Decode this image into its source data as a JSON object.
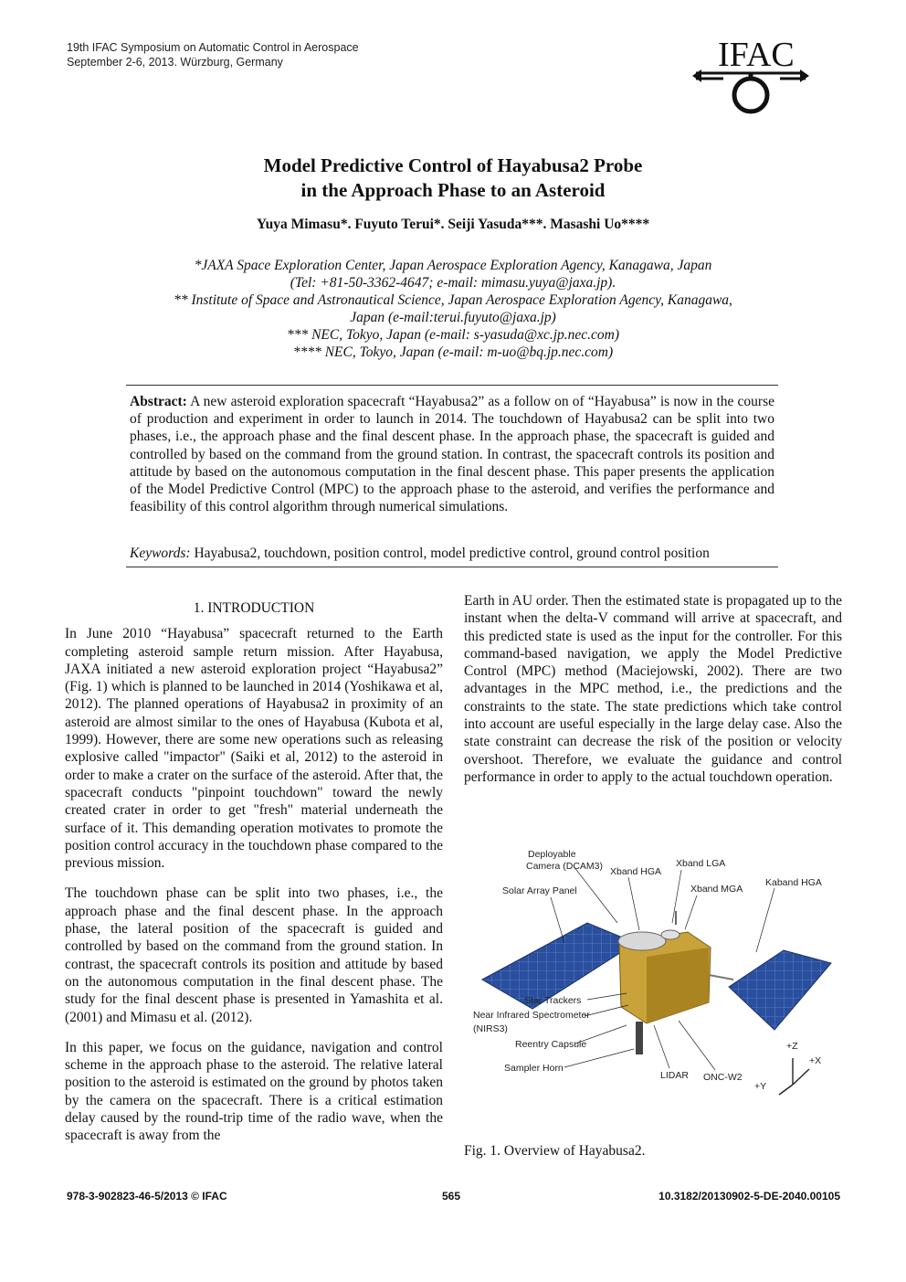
{
  "header": {
    "conference_line1": "19th IFAC Symposium on Automatic Control in Aerospace",
    "conference_line2": "September 2-6, 2013. Würzburg, Germany",
    "logo_text": "IFAC"
  },
  "title": {
    "line1": "Model Predictive Control of Hayabusa2 Probe",
    "line2": "in the Approach Phase to an Asteroid"
  },
  "authors": "Yuya Mimasu*. Fuyuto Terui*. Seiji Yasuda***. Masashi Uo****",
  "affiliations": [
    "*JAXA Space Exploration Center, Japan Aerospace Exploration Agency, Kanagawa, Japan",
    "(Tel: +81-50-3362-4647; e-mail: mimasu.yuya@jaxa.jp).",
    "** Institute of Space and Astronautical Science, Japan Aerospace Exploration Agency, Kanagawa,",
    "Japan (e-mail:terui.fuyuto@jaxa.jp)",
    "*** NEC, Tokyo, Japan (e-mail: s-yasuda@xc.jp.nec.com)",
    "**** NEC, Tokyo, Japan (e-mail: m-uo@bq.jp.nec.com)"
  ],
  "abstract": {
    "label": "Abstract:",
    "text": " A new asteroid exploration spacecraft “Hayabusa2” as a follow on of “Hayabusa” is now in the course of production and experiment in order to launch in 2014. The touchdown of Hayabusa2 can be split into two phases, i.e., the approach phase and the final descent phase. In the approach phase, the spacecraft is guided and controlled by based on the command from the ground station. In contrast, the spacecraft controls its position and attitude by based on the autonomous computation in the final descent phase. This paper presents the application of the Model Predictive Control (MPC) to the approach phase to the asteroid, and verifies the performance and feasibility of this control algorithm through numerical simulations."
  },
  "keywords": {
    "label": "Keywords:",
    "text": " Hayabusa2, touchdown, position control, model predictive control, ground control position"
  },
  "section1": {
    "heading": "1. INTRODUCTION",
    "paragraphs": [
      "In June 2010 “Hayabusa” spacecraft returned to the Earth completing asteroid sample return mission. After Hayabusa, JAXA initiated a new asteroid exploration project “Hayabusa2” (Fig. 1) which is planned to be launched in 2014 (Yoshikawa et al, 2012). The planned operations of Hayabusa2 in proximity of an asteroid are almost similar to the ones of Hayabusa (Kubota et al, 1999). However, there are some new operations such as releasing explosive called \"impactor\" (Saiki et al, 2012) to the asteroid in order to make a crater on the surface of the asteroid. After that, the spacecraft conducts \"pinpoint touchdown\" toward the newly created crater in order to get \"fresh\" material underneath the surface of it. This demanding operation motivates to promote the position control accuracy in the touchdown phase compared to the previous mission.",
      "The touchdown phase can be split into two phases, i.e., the approach phase and the final descent phase. In the approach phase, the lateral position of the spacecraft is guided and controlled by based on the command from the ground station. In contrast, the spacecraft controls its position and attitude by based on the autonomous computation in the final descent phase. The study for the final descent phase is presented in Yamashita et al. (2001) and Mimasu et al. (2012).",
      "In this paper, we focus on the guidance, navigation and control scheme in the approach phase to the asteroid. The relative lateral position to the asteroid is estimated on the ground by photos taken by the camera on the spacecraft. There is a critical estimation delay caused by the round-trip time of the radio wave, when the spacecraft is away from the"
    ],
    "right_paragraph": "Earth in AU order. Then the estimated state is propagated up to the instant when the delta-V command will arrive at spacecraft, and this predicted state is used as the input for the controller. For this command-based navigation, we apply the Model Predictive Control (MPC) method (Maciejowski, 2002). There are two advantages in the MPC method, i.e., the predictions and the constraints to the state. The state predictions which take control into account are useful especially in the large delay case. Also the state constraint can decrease the risk of the position or velocity overshoot. Therefore, we evaluate the guidance and control performance in order to apply to the actual touchdown operation."
  },
  "figure1": {
    "labels": {
      "camera1": "Deployable",
      "camera2": "Camera (DCAM3)",
      "xband_hga": "Xband HGA",
      "xband_lga": "Xband LGA",
      "kaband_hga": "Kaband HGA",
      "solar": "Solar Array Panel",
      "xband_mga": "Xband MGA",
      "star": "Star Trackers",
      "nirs1": "Near Infrared Spectrometer",
      "nirs2": "(NIRS3)",
      "reentry": "Reentry Capsule",
      "sampler": "Sampler Horn",
      "lidar": "LIDAR",
      "onc": "ONC-W2",
      "axis_z": "+Z",
      "axis_x": "+X",
      "axis_y": "+Y"
    },
    "caption": "Fig. 1. Overview of Hayabusa2."
  },
  "footer": {
    "isbn": "978-3-902823-46-5/2013 © IFAC",
    "page": "565",
    "doi": "10.3182/20130902-5-DE-2040.00105"
  },
  "colors": {
    "panel": "#2a4f9e",
    "panel_grid": "#8fb0e8",
    "body_gold": "#c9a23a"
  }
}
